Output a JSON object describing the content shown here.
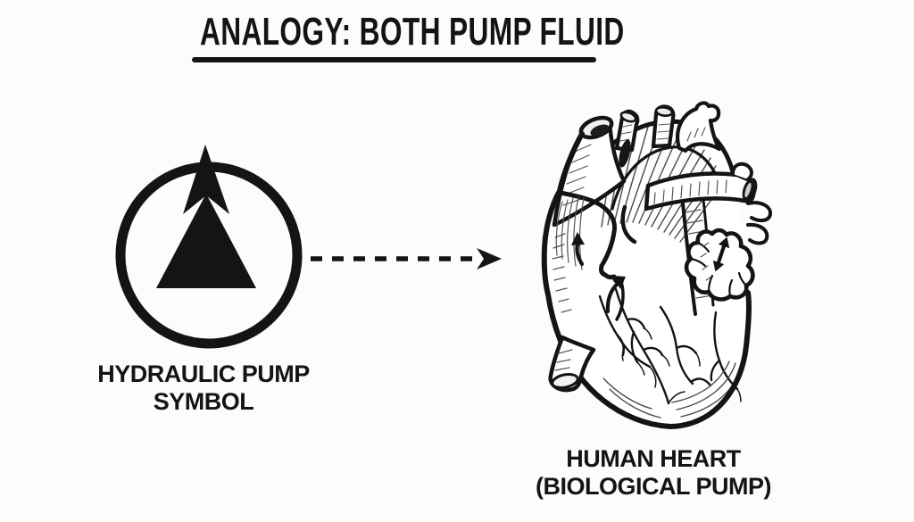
{
  "title": {
    "text": "ANALOGY: BOTH PUMP FLUID"
  },
  "left_figure": {
    "icon": "hydraulic-pump-symbol-icon",
    "label_line1": "HYDRAULIC PUMP",
    "label_line2": "SYMBOL"
  },
  "connector": {
    "icon": "dashed-arrow-right-icon",
    "style": "dashed",
    "direction": "right"
  },
  "right_figure": {
    "icon": "human-heart-illustration",
    "label_line1": "HUMAN HEART",
    "label_line2": "(BIOLOGICAL PUMP)"
  },
  "colors": {
    "ink": "#141414",
    "background": "#fcfcfb"
  }
}
